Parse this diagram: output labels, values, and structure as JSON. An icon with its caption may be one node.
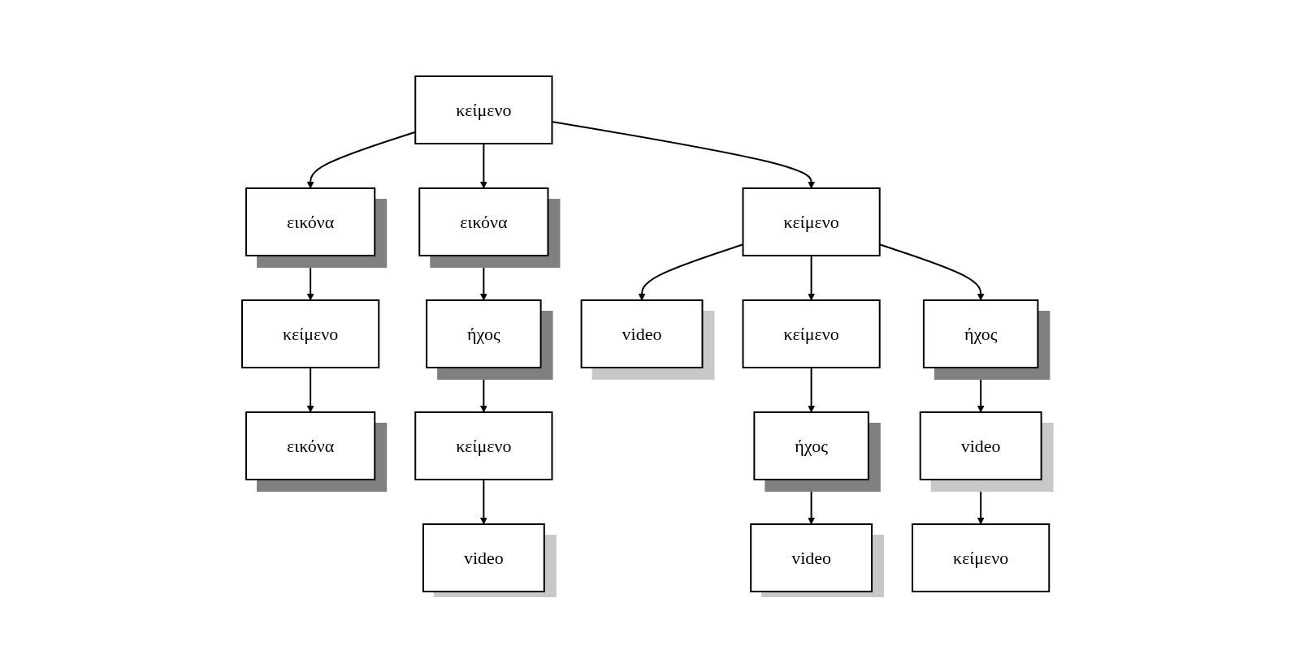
{
  "diagram": {
    "nodes": [
      {
        "text": [
          "κείμενο"
        ]
      },
      {
        "text": [
          "κείμενο"
        ]
      },
      {
        "text": [
          "εικόνα"
        ]
      },
      {
        "text": [
          "εικόνα"
        ]
      },
      {
        "text": [
          "κείμενο"
        ]
      },
      {
        "text": [
          "ήχος"
        ]
      },
      {
        "text": [
          "video"
        ]
      },
      {
        "text": [
          "κείμενο"
        ]
      },
      {
        "text": [
          "ήχος"
        ]
      },
      {
        "text": [
          "ήχος"
        ]
      },
      {
        "text": [
          "video"
        ]
      },
      {
        "text": [
          "εικόνα"
        ]
      },
      {
        "text": [
          "κείμενο"
        ]
      },
      {
        "text": [
          "video"
        ]
      },
      {
        "text": [
          "κείμενο"
        ]
      },
      {
        "text": [
          "video"
        ]
      }
    ],
    "edges": [
      {
        "from": 0,
        "to": 2,
        "arrow": "to"
      },
      {
        "from": 0,
        "to": 3,
        "arrow": "to"
      },
      {
        "from": 0,
        "to": 1,
        "arrow": "to"
      },
      {
        "from": 1,
        "to": 6,
        "arrow": "to"
      },
      {
        "from": 1,
        "to": 4,
        "arrow": "to"
      },
      {
        "from": 1,
        "to": 5,
        "arrow": "to"
      },
      {
        "from": 2,
        "to": 7,
        "arrow": "to"
      },
      {
        "from": 7,
        "to": 11,
        "arrow": "to"
      },
      {
        "from": 3,
        "to": 8,
        "arrow": "to"
      },
      {
        "from": 8,
        "to": 12,
        "arrow": "to"
      },
      {
        "from": 12,
        "to": 15,
        "arrow": "to"
      },
      {
        "from": 4,
        "to": 9,
        "arrow": "to"
      },
      {
        "from": 9,
        "to": 13,
        "arrow": "to"
      },
      {
        "from": 5,
        "to": 10,
        "arrow": "to"
      },
      {
        "from": 10,
        "to": 14,
        "arrow": "to"
      }
    ]
  }
}
